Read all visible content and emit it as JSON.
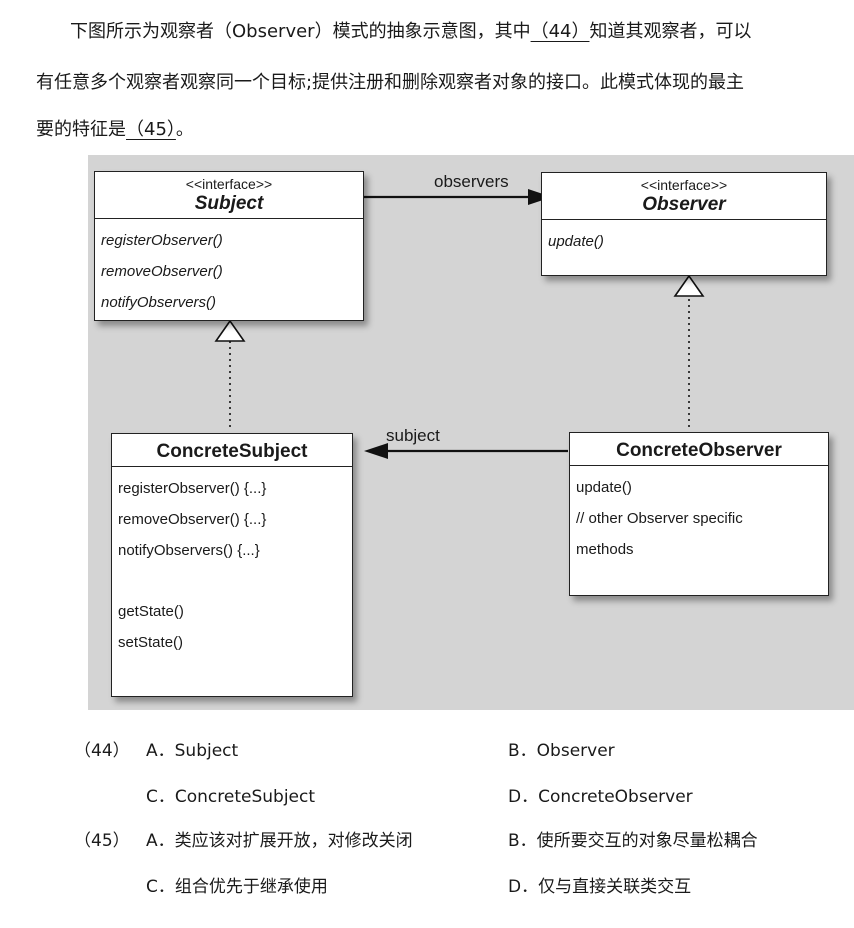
{
  "question": {
    "line1": "下图所示为观察者（Observer）模式的抽象示意图，其中",
    "blank44": "（44）",
    "line1_end": "知道其观察者，可以",
    "line2": "有任意多个观察者观察同一个目标;提供注册和删除观察者对象的接口。此模式体现的最主",
    "line3": "要的特征是",
    "blank45": "（45）",
    "line3_end": "。"
  },
  "diagram": {
    "subject": {
      "stereotype": "<<interface>>",
      "name": "Subject",
      "methods": [
        "registerObserver()",
        "removeObserver()",
        "notifyObservers()"
      ]
    },
    "observer": {
      "stereotype": "<<interface>>",
      "name": "Observer",
      "methods": [
        "update()"
      ]
    },
    "concrete_subject": {
      "name": "ConcreteSubject",
      "methods": [
        "registerObserver() {...}",
        "removeObserver() {...}",
        "notifyObservers() {...}",
        "getState()",
        "setState()"
      ]
    },
    "concrete_observer": {
      "name": "ConcreteObserver",
      "methods": [
        "update()",
        "// other Observer specific",
        "methods"
      ]
    },
    "labels": {
      "observers": "observers",
      "subject": "subject"
    }
  },
  "options": {
    "q44": {
      "number": "（44）",
      "A": "A．Subject",
      "B": "B．Observer",
      "C": "C．ConcreteSubject",
      "D": "D．ConcreteObserver"
    },
    "q45": {
      "number": "（45）",
      "A": "A．类应该对扩展开放，对修改关闭",
      "B": "B．使所要交互的对象尽量松耦合",
      "C": "C．组合优先于继承使用",
      "D": "D．仅与直接关联类交互"
    }
  }
}
